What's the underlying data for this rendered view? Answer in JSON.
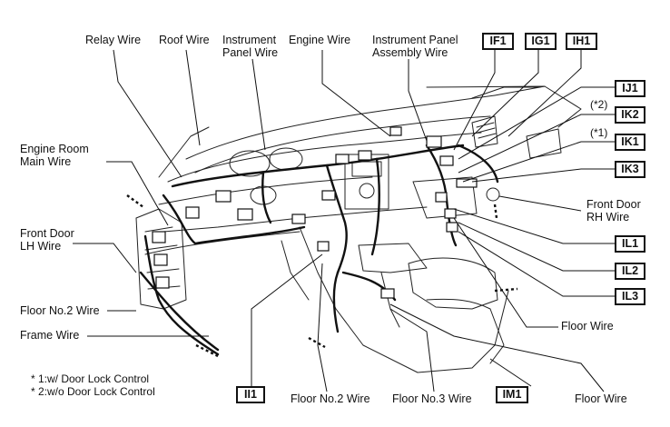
{
  "labels": {
    "relay_wire": "Relay Wire",
    "roof_wire": "Roof Wire",
    "instrument_panel_wire": "Instrument\nPanel Wire",
    "engine_wire": "Engine Wire",
    "instrument_panel_assembly_wire": "Instrument Panel\nAssembly Wire",
    "engine_room_main_wire": "Engine Room\nMain Wire",
    "front_door_lh_wire": "Front Door\nLH Wire",
    "floor_no2_wire_left": "Floor No.2 Wire",
    "frame_wire": "Frame Wire",
    "front_door_rh_wire": "Front Door\nRH Wire",
    "floor_wire_right": "Floor Wire",
    "floor_no2_wire_bottom": "Floor No.2 Wire",
    "floor_no3_wire": "Floor No.3 Wire",
    "floor_wire_bottom": "Floor Wire"
  },
  "connectors": {
    "if1": "IF1",
    "ig1": "IG1",
    "ih1": "IH1",
    "ij1": "IJ1",
    "ik2": "IK2",
    "ik1": "IK1",
    "ik3": "IK3",
    "il1": "IL1",
    "il2": "IL2",
    "il3": "IL3",
    "ii1": "II1",
    "im1": "IM1"
  },
  "marks": {
    "ik2": "(*2)",
    "ik1": "(*1)"
  },
  "footnotes": [
    "* 1:w/ Door Lock Control",
    "* 2:w/o Door Lock Control"
  ]
}
